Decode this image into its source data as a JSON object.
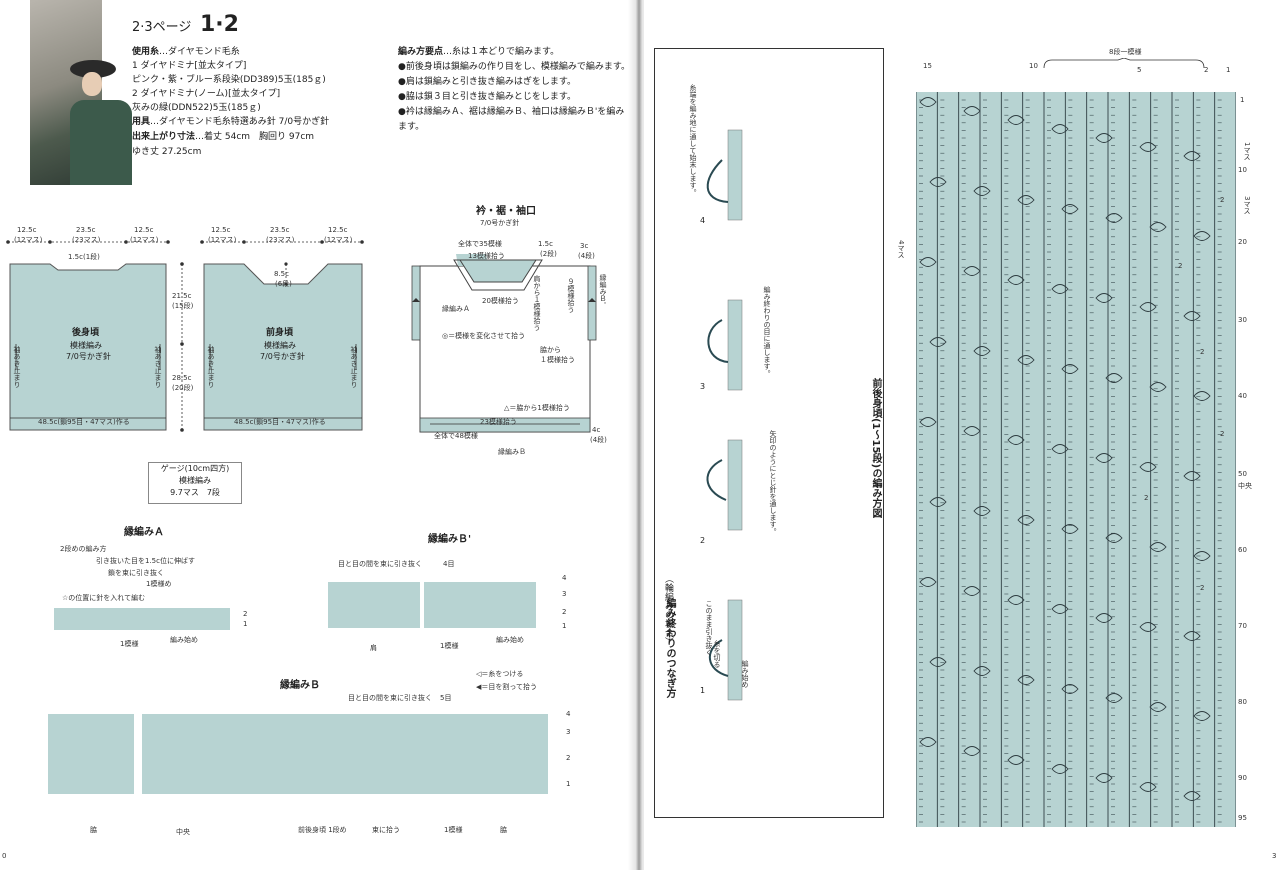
{
  "left": {
    "header": {
      "page_ref": "2·3ページ",
      "number": "1·2"
    },
    "materials": {
      "yarn_label": "使用糸",
      "yarn_value": "…ダイヤモンド毛糸",
      "item1_line1": "1 ダイヤドミナ[並太タイプ]",
      "item1_line2": "ピンク・紫・ブルー系段染(DD389)5玉(185ｇ)",
      "item2_line1": "2 ダイヤドミナ(ノーム)[並太タイプ]",
      "item2_line2": "灰みの緑(DDN522)5玉(185ｇ)",
      "tools_label": "用具",
      "tools_value": "…ダイヤモンド毛糸特選あみ針 7/0号かぎ針",
      "size_label": "出来上がり寸法",
      "size_value": "…着丈 54cm　胸回り 97cm",
      "size_line2": "ゆき丈 27.25cm"
    },
    "points": {
      "title": "編み方要点",
      "title_suffix": "…糸は１本どりで編みます。",
      "lines": [
        "●前後身頃は鎖編みの作り目をし、模様編みで編みます。",
        "●肩は鎖編みと引き抜き編みはぎをします。",
        "●脇は鎖３目と引き抜き編みとじをします。",
        "●衿は縁編みＡ、裾は縁編みＢ、袖口は縁編みＢ'を編み",
        "ます。"
      ]
    },
    "back": {
      "top_dims": [
        "12.5c",
        "23.5c",
        "12.5c"
      ],
      "top_counts": [
        "(12マス)",
        "(23マス)",
        "(12マス)"
      ],
      "neck": "1.5c(1段)",
      "side1": "21.5c",
      "side1_rows": "(15段)",
      "side2": "28.5c",
      "side2_rows": "(20段)",
      "title": "後身頃",
      "pattern": "模様編み",
      "hook": "7/0号かぎ針",
      "slit": "袖あき止まり",
      "bottom": "48.5c(鎖95目・47マス)作る"
    },
    "front": {
      "top_dims": [
        "12.5c",
        "23.5c",
        "12.5c"
      ],
      "top_counts": [
        "(12マス)",
        "(23マス)",
        "(12マス)"
      ],
      "neck": "8.5c",
      "neck_rows": "(6段)",
      "title": "前身頃",
      "pattern": "模様編み",
      "hook": "7/0号かぎ針",
      "slit": "袖あき止まり",
      "bottom": "48.5c(鎖95目・47マス)作る"
    },
    "gauge": {
      "line1": "ゲージ(10cm四方)",
      "line2": "模様編み",
      "line3": "9.7マス　7段"
    },
    "edging": {
      "title": "衿・裾・袖口",
      "hook": "7/0号かぎ針",
      "whole35": "全体で35模様",
      "pick13": "13模様拾う",
      "pick20": "20模様拾う",
      "edgingA": "縁編みＡ",
      "shoulder": "肩から１模様拾う",
      "dim15": "1.5c",
      "dim15_rows": "(2段)",
      "dim3": "3c",
      "dim3_rows": "(4段)",
      "pick9": "９模様拾う",
      "edgingB_prime": "縁編みＢ'",
      "from_side": "脇から",
      "one_pattern": "１模様拾う",
      "note_double": "◎＝模様を変化させて拾う",
      "note_tri": "△＝脇から1模様拾う",
      "pick23": "23模様拾う",
      "whole48": "全体で48模様",
      "dim4": "4c",
      "dim4_rows": "(4段)",
      "edgingB": "縁編みＢ"
    },
    "edgingA_chart": {
      "title": "縁編みＡ",
      "row2_method": "2段めの編み方",
      "note1": "引き抜いた目を1.5c位に伸ばす",
      "note2": "鎖を束に引き抜く",
      "note3": "1模様め",
      "note4": "☆の位置に針を入れて編む",
      "row_labels": [
        "2",
        "1"
      ],
      "one_pattern": "1模様",
      "start": "編み始め"
    },
    "edgingBp_chart": {
      "title": "縁編みＢ'",
      "note": "目と目の間を束に引き抜く",
      "count": "4目",
      "row_labels": [
        "4",
        "3",
        "2",
        "1"
      ],
      "shoulder": "肩",
      "one_pattern": "1模様",
      "start": "編み始め"
    },
    "edgingB_chart": {
      "title": "縁編みＢ",
      "legend1": "◁＝糸をつける",
      "legend2": "◀＝目を割って拾う",
      "note": "目と目の間を束に引き抜く",
      "count": "5目",
      "row_labels": [
        "4",
        "3",
        "2",
        "1"
      ],
      "side": "脇",
      "center": "中央",
      "body_row": "前後身頃 1段め",
      "bundle": "束に拾う",
      "one_pattern": "1模様",
      "side2": "脇"
    },
    "folio": "0"
  },
  "right": {
    "joining": {
      "title": "編み終わりのつなぎ方",
      "subtitle": "（輪編みの場合）",
      "steps": [
        {
          "num": "1",
          "notes": [
            "糸を切る",
            "このまま引き抜く",
            "編み始め"
          ]
        },
        {
          "num": "2",
          "notes": [
            "矢印のようにとじ針を通します。"
          ]
        },
        {
          "num": "3",
          "notes": [
            "編み終わりの目に通します。"
          ]
        },
        {
          "num": "4",
          "notes": [
            "糸端を編み地に通して始末します。"
          ]
        }
      ]
    },
    "chart": {
      "title": "前後身頃(1〜15段)の編み方図",
      "top_labels": [
        "15",
        "10",
        "5",
        "2",
        "1"
      ],
      "repeat_label": "8段一模様",
      "side_labels": [
        "1マス",
        "3マス"
      ],
      "left_label": "4マス",
      "row_numbers": [
        "1",
        "10",
        "20",
        "30",
        "40",
        "50",
        "60",
        "70",
        "80",
        "90",
        "95"
      ],
      "row_mid_labels": [
        "2",
        "2",
        "2",
        "2",
        "2",
        "2"
      ],
      "center_label": "中央"
    },
    "folio": "3"
  },
  "colors": {
    "knit_fill": "#b7d3d2",
    "line": "#333333"
  }
}
